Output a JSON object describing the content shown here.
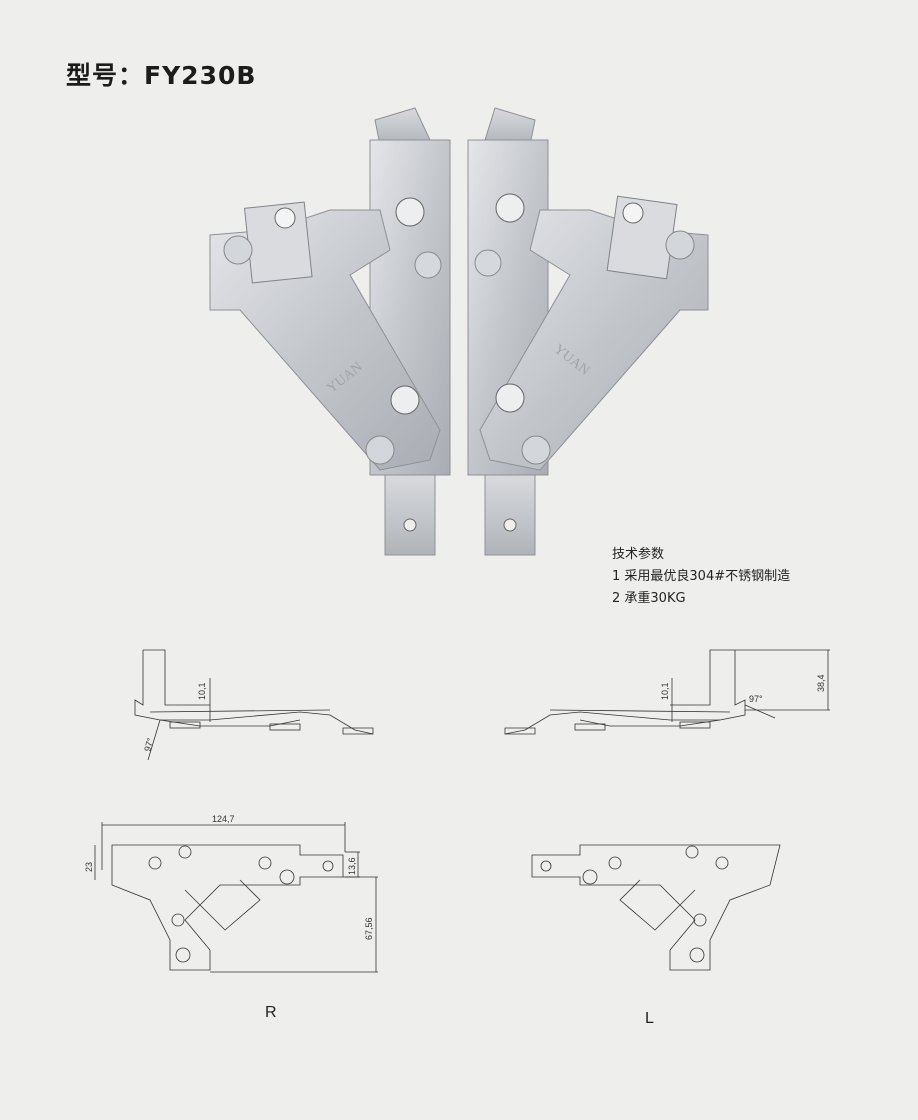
{
  "title": "型号：FY230B",
  "photo": {
    "brand_mark": "YUAN"
  },
  "specs": {
    "heading": "技术参数",
    "items": [
      "1  采用最优良304#不锈钢制造",
      "2 承重30KG"
    ]
  },
  "drawing": {
    "dimensions": {
      "angle_right": "97°",
      "angle_left": "97°",
      "height_right": "10,1",
      "height_left": "10,1",
      "height_total": "38,4",
      "width": "124,7",
      "left_height": "23",
      "slot_height": "13,6",
      "depth": "67,56"
    },
    "labels": {
      "right": "R",
      "left": "L"
    }
  },
  "colors": {
    "background": "#eeeeed",
    "steel": "#c9ccd0",
    "line": "#333333"
  }
}
